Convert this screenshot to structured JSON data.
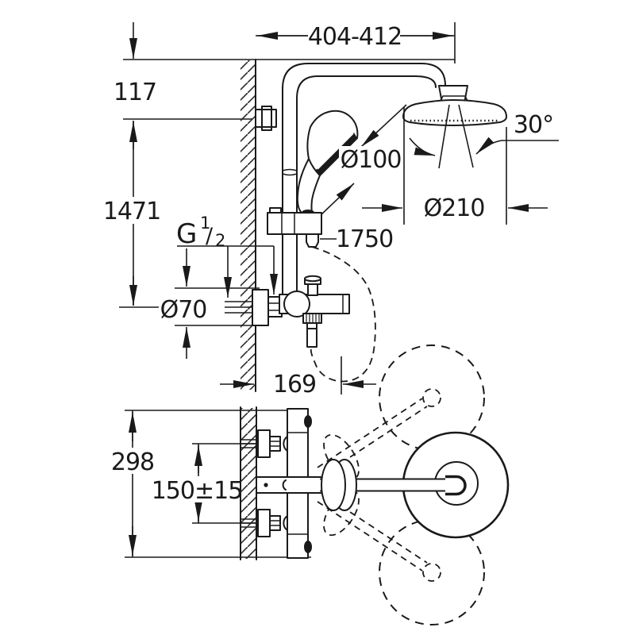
{
  "drawing": {
    "type": "technical-dimension-drawing",
    "subject": "shower-system-with-bath-mixer-front-and-plan-view",
    "colors": {
      "line": "#1a1a1a",
      "background": "#ffffff"
    },
    "dimensions": {
      "arm_reach": "404-412",
      "arm_drop": "117",
      "riser_height": "1471",
      "thread_g": "G",
      "thread_num": "1",
      "thread_slash": "/",
      "thread_den": "2",
      "rosette_dia": "Ø70",
      "hand_shower_dia": "Ø100",
      "spray_angle": "30°",
      "head_shower_dia": "Ø210",
      "hose_length": "1750",
      "projection": "169",
      "body_height": "298",
      "inlet_distance": "150±15"
    }
  }
}
